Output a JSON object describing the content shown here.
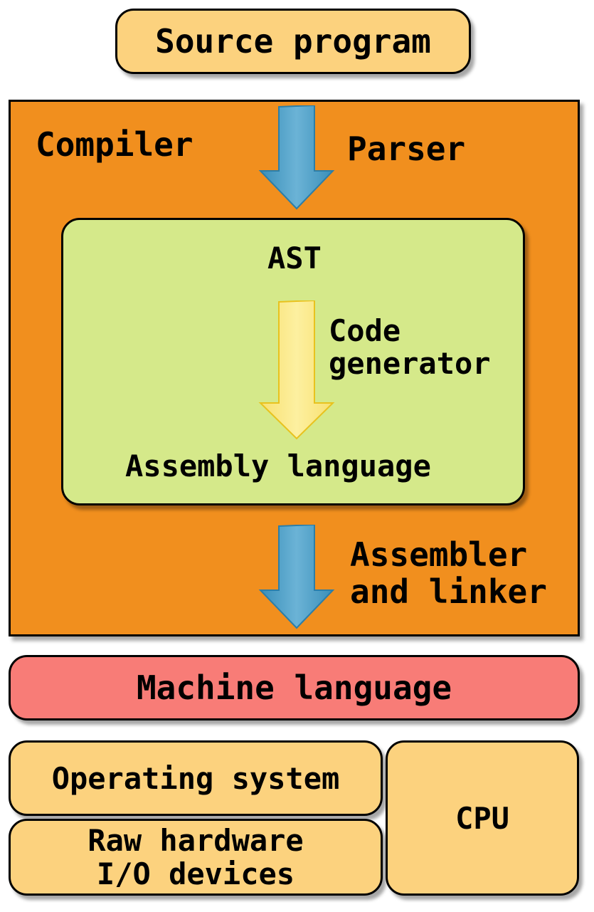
{
  "source": {
    "label": "Source program"
  },
  "compiler": {
    "title": "Compiler",
    "parser_label": "Parser",
    "ast_label": "AST",
    "codegen_label_line1": "Code",
    "codegen_label_line2": "generator",
    "assembly_label": "Assembly language",
    "assembler_label_line1": "Assembler",
    "assembler_label_line2": "and linker"
  },
  "machine": {
    "label": "Machine language"
  },
  "os": {
    "label": "Operating system"
  },
  "hardware": {
    "label_line1": "Raw hardware",
    "label_line2": "I/O devices"
  },
  "cpu": {
    "label": "CPU"
  },
  "colors": {
    "source_fill": "#fcd27e",
    "compiler_fill": "#f18f1e",
    "ast_fill": "#d5e98a",
    "machine_fill": "#f87c77",
    "os_fill": "#fcd27e",
    "blue_arrow": "#4f9ec5",
    "yellow_arrow": "#fbe97c"
  },
  "icons": {
    "parser_arrow": "down-arrow-icon",
    "codegen_arrow": "down-arrow-icon",
    "assembler_arrow": "down-arrow-icon"
  }
}
